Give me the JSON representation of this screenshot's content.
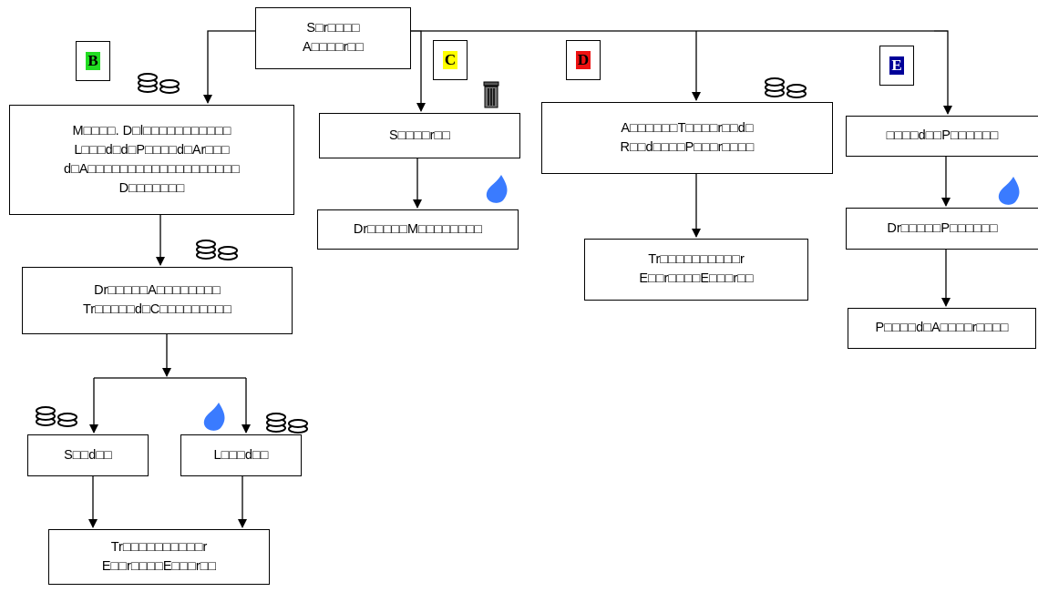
{
  "colors": {
    "B": "#22dd22",
    "C": "#ffff00",
    "D": "#ee1111",
    "E": "#000099",
    "drop": "#3a7bff"
  },
  "icons": {
    "coins": "coins-icon",
    "drop": "water-drop-icon",
    "bin": "trash-bin-icon"
  },
  "diagram": {
    "root": "S□r□□□□\nA□□□□r□□",
    "tags": {
      "B": "B",
      "C": "C",
      "D": "D",
      "E": "E"
    },
    "branch_b": {
      "box1": "M□□□□. D□l□□□□□□□□□□□\nL□□□d□d□P□□□□d□Ar□□□\nd□A□□□□□□□□□□□□□□□□□□□\nD□□□□□□□",
      "box2": "Dr□□□□□A□□□□□□□□\nTr□□□□□d□C□□□□□□□□□",
      "left": "S□□d□□",
      "right": "L□□□d□□",
      "bottom": "Tr□□□□□□□□□□r\nE□□r□□□□E□□□r□□"
    },
    "branch_c": {
      "box1": "S□□□□r□□",
      "box2": "Dr□□□□□M□□□□□□□□"
    },
    "branch_d": {
      "box1": "A□□□□□□T□□□□r□□d□\nR□□d□□□□P□□□r□□□□",
      "box2": "Tr□□□□□□□□□□r\nE□□r□□□□E□□□r□□"
    },
    "branch_e": {
      "box1": "□□□□d□□P□□□□□□",
      "box2": "Dr□□□□□P□□□□□□",
      "box3": "P□□□□d□A□□□□r□□□□"
    }
  }
}
